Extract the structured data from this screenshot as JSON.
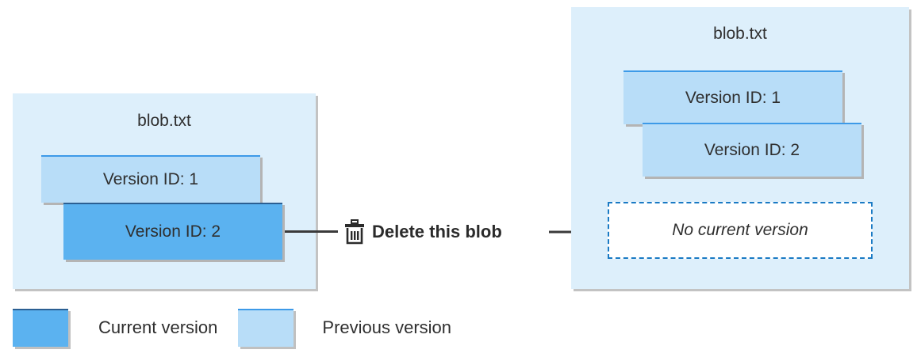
{
  "diagram": {
    "before": {
      "blob_name": "blob.txt",
      "versions": [
        {
          "label": "Version ID: 1",
          "state": "previous"
        },
        {
          "label": "Version ID: 2",
          "state": "current"
        }
      ]
    },
    "action": {
      "label": "Delete this blob",
      "icon": "trash-icon"
    },
    "after": {
      "blob_name": "blob.txt",
      "versions": [
        {
          "label": "Version ID: 1",
          "state": "previous"
        },
        {
          "label": "Version ID: 2",
          "state": "previous"
        }
      ],
      "placeholder": "No current version"
    }
  },
  "legend": {
    "items": [
      {
        "label": "Current version",
        "color": "#5bb2f0"
      },
      {
        "label": "Previous version",
        "color": "#b8ddf8"
      }
    ]
  },
  "colors": {
    "panel_background": "#ddeffb",
    "current_version": "#5bb2f0",
    "previous_version": "#b8ddf8",
    "dashed_border": "#1a7ac4",
    "connector": "#3a3a3a",
    "text": "#2f2f2f"
  }
}
